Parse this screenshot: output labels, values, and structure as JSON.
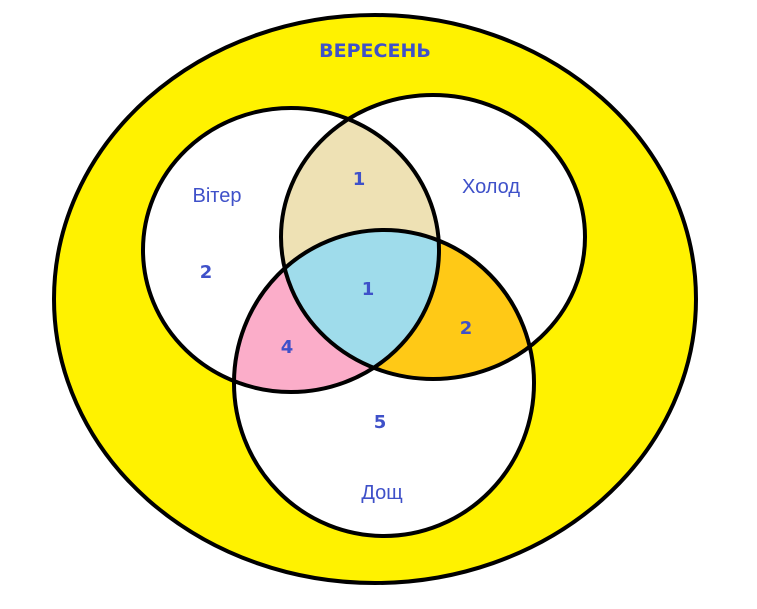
{
  "title": "ВЕРЕСЕНЬ",
  "sets": {
    "wind": "Вітер",
    "cold": "Холод",
    "rain": "Дощ"
  },
  "regions": {
    "wind_only": "2",
    "wind_cold": "1",
    "all_three": "1",
    "wind_rain": "4",
    "cold_rain": "2",
    "rain_only": "5"
  },
  "colors": {
    "universe_fill": "#FFF200",
    "circle_fill": "#FFFFFF",
    "outline": "#000000",
    "wind_cold": "#EEE1B4",
    "all_three": "#9FDCEB",
    "wind_rain": "#FBADC9",
    "cold_rain": "#FFC916",
    "text": "#3F51C9"
  }
}
